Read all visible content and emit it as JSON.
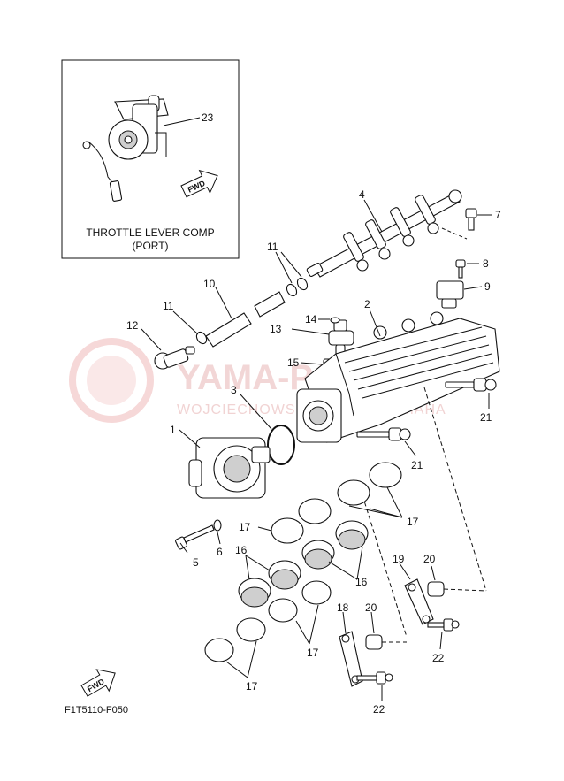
{
  "diagram": {
    "inset_caption_line1": "THROTTLE LEVER COMP",
    "inset_caption_line2": "(PORT)",
    "fwd_label": "FWD",
    "drawing_code": "F1T5110-F050",
    "watermark_main": "YAMA-PARTS.PL",
    "watermark_sub": "WOJCIECHOWSKI DEALER YAMAHA",
    "callouts": {
      "c1": "1",
      "c2": "2",
      "c3": "3",
      "c4": "4",
      "c5": "5",
      "c6": "6",
      "c7": "7",
      "c8": "8",
      "c9": "9",
      "c10": "10",
      "c11a": "11",
      "c11b": "11",
      "c12": "12",
      "c13": "13",
      "c14": "14",
      "c15": "15",
      "c16a": "16",
      "c16b": "16",
      "c17a": "17",
      "c17b": "17",
      "c17c": "17",
      "c17d": "17",
      "c18": "18",
      "c19": "19",
      "c20a": "20",
      "c20b": "20",
      "c21a": "21",
      "c21b": "21",
      "c22a": "22",
      "c22b": "22",
      "c23": "23"
    }
  }
}
